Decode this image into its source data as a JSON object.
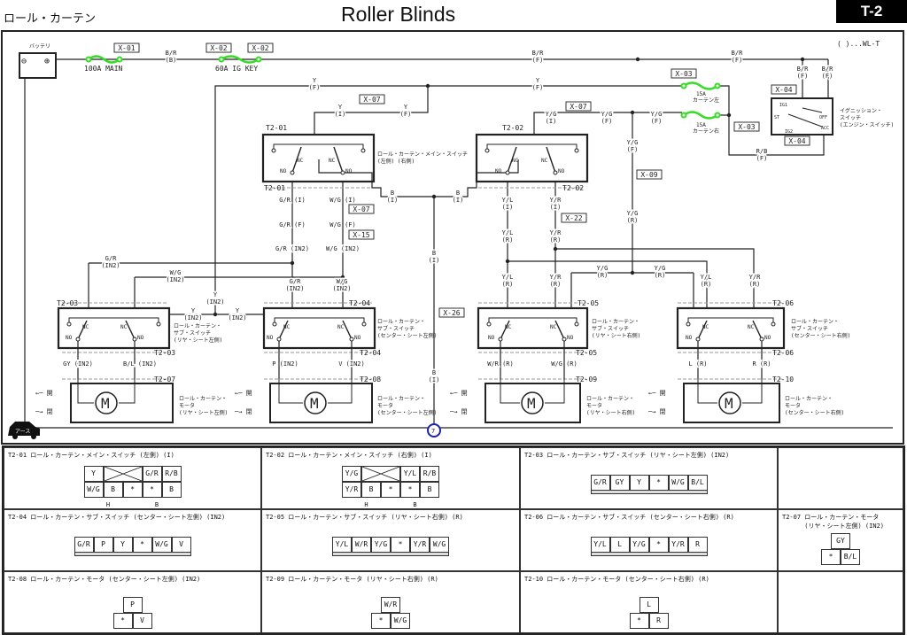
{
  "header": {
    "jp_title": "ロール・カーテン",
    "title": "Roller Blinds",
    "page_code": "T-2"
  },
  "legend_note": "( )...WL-T",
  "battery": {
    "label": "バッテリ",
    "minus": "⊖",
    "plus": "⊕"
  },
  "ground": {
    "label": "アース",
    "point": "7"
  },
  "fuses": [
    {
      "label": "100A MAIN"
    },
    {
      "label": "60A IG KEY"
    },
    {
      "amp": "15A",
      "name": "カーテン左"
    },
    {
      "amp": "15A",
      "name": "カーテン右"
    }
  ],
  "fuse_color": "#33dd22",
  "ground_point_color": "#1a22aa",
  "ignition": {
    "lines": [
      "イグニッション・",
      "スイッチ",
      "(エンジン・スイッチ)"
    ],
    "positions": [
      "IG1",
      "ST",
      "OFF",
      "IG2",
      "ACC"
    ]
  },
  "switch_terms": {
    "nc": "NC",
    "no": "NO"
  },
  "motor_symbol": "M",
  "motor_arrows": [
    "開",
    "閉"
  ],
  "wire_labels": [
    {
      "c": "B/R",
      "s": "(B)"
    },
    {
      "c": "B/R",
      "s": "(F)"
    },
    {
      "c": "B/R",
      "s": "(F)"
    },
    {
      "c": "B/R",
      "s": "(F)"
    },
    {
      "c": "B/R",
      "s": "(F)"
    },
    {
      "c": "Y",
      "s": "(F)"
    },
    {
      "c": "Y",
      "s": "(F)"
    },
    {
      "c": "Y",
      "s": "(I)"
    },
    {
      "c": "Y",
      "s": "(F)"
    },
    {
      "c": "Y/G",
      "s": "(I)"
    },
    {
      "c": "Y/G",
      "s": "(F)"
    },
    {
      "c": "Y/G",
      "s": "(F)"
    },
    {
      "c": "Y/G",
      "s": "(F)"
    },
    {
      "c": "R/B",
      "s": "(F)"
    },
    {
      "c": "G/R",
      "s": "(I)"
    },
    {
      "c": "W/G",
      "s": "(I)"
    },
    {
      "c": "G/R",
      "s": "(F)"
    },
    {
      "c": "W/G",
      "s": "(F)"
    },
    {
      "c": "G/R",
      "s": "(IN2)"
    },
    {
      "c": "W/G",
      "s": "(IN2)"
    },
    {
      "c": "B",
      "s": "(I)"
    },
    {
      "c": "B",
      "s": "(I)"
    },
    {
      "c": "Y/L",
      "s": "(I)"
    },
    {
      "c": "Y/R",
      "s": "(I)"
    },
    {
      "c": "Y/L",
      "s": "(R)"
    },
    {
      "c": "Y/R",
      "s": "(R)"
    },
    {
      "c": "Y/G",
      "s": "(R)"
    },
    {
      "c": "B",
      "s": "(I)"
    },
    {
      "c": "B",
      "s": "(I)"
    },
    {
      "c": "G/R",
      "s": "(IN2)"
    },
    {
      "c": "W/G",
      "s": "(IN2)"
    },
    {
      "c": "Y",
      "s": "(IN2)"
    },
    {
      "c": "G/R",
      "s": "(IN2)"
    },
    {
      "c": "W/G",
      "s": "(IN2)"
    },
    {
      "c": "Y",
      "s": "(IN2)"
    },
    {
      "c": "Y",
      "s": "(IN2)"
    },
    {
      "c": "GY",
      "s": "(IN2)"
    },
    {
      "c": "B/L",
      "s": "(IN2)"
    },
    {
      "c": "P",
      "s": "(IN2)"
    },
    {
      "c": "V",
      "s": "(IN2)"
    },
    {
      "c": "Y/G",
      "s": "(R)"
    },
    {
      "c": "Y/G",
      "s": "(R)"
    },
    {
      "c": "Y/L",
      "s": "(R)"
    },
    {
      "c": "Y/R",
      "s": "(R)"
    },
    {
      "c": "Y/L",
      "s": "(R)"
    },
    {
      "c": "Y/R",
      "s": "(R)"
    },
    {
      "c": "W/R",
      "s": "(R)"
    },
    {
      "c": "W/G",
      "s": "(R)"
    },
    {
      "c": "L",
      "s": "(R)"
    },
    {
      "c": "R",
      "s": "(R)"
    }
  ],
  "connector_tags": [
    "X-01",
    "X-02",
    "X-02",
    "X-07",
    "X-07",
    "X-07",
    "X-15",
    "X-09",
    "X-22",
    "X-26",
    "X-03",
    "X-03",
    "X-04",
    "X-04"
  ],
  "terminal_tags": [
    "T2-01",
    "T2-01",
    "T2-02",
    "T2-02",
    "T2-03",
    "T2-03",
    "T2-04",
    "T2-04",
    "T2-05",
    "T2-05",
    "T2-06",
    "T2-06",
    "T2-07",
    "T2-08",
    "T2-09",
    "T2-10"
  ],
  "component_labels": [
    {
      "lines": [
        "ロール・カーテン・メイン・スイッチ",
        "(左側)         (右側)"
      ]
    },
    {
      "lines": [
        "ロール・カーテン・",
        "サブ・スイッチ",
        "(リヤ・シート左側)"
      ]
    },
    {
      "lines": [
        "ロール・カーテン・",
        "サブ・スイッチ",
        "(センター・シート左側)"
      ]
    },
    {
      "lines": [
        "ロール・カーテン・",
        "サブ・スイッチ",
        "(リヤ・シート右側)"
      ]
    },
    {
      "lines": [
        "ロール・カーテン・",
        "サブ・スイッチ",
        "(センター・シート右側)"
      ]
    },
    {
      "lines": [
        "ロール・カーテン・",
        "モータ",
        "(リヤ・シート左側)"
      ]
    },
    {
      "lines": [
        "ロール・カーテン・",
        "モータ",
        "(センター・シート左側)"
      ]
    },
    {
      "lines": [
        "ロール・カーテン・",
        "モータ",
        "(リヤ・シート右側)"
      ]
    },
    {
      "lines": [
        "ロール・カーテン・",
        "モータ",
        "(センター・シート右側)"
      ]
    }
  ],
  "connector_views": [
    {
      "id": "T2-01",
      "title": "ロール・カーテン・メイン・スイッチ (左側) (I)",
      "type": "main",
      "top": [
        "Y",
        "X",
        "G/R",
        "R/B"
      ],
      "bottom": [
        "W/G",
        "B",
        "*",
        "*",
        "B"
      ],
      "under": [
        "H",
        "B"
      ]
    },
    {
      "id": "T2-02",
      "title": "ロール・カーテン・メイン・スイッチ (右側) (I)",
      "type": "main",
      "top": [
        "Y/G",
        "X",
        "Y/L",
        "R/B"
      ],
      "bottom": [
        "Y/R",
        "B",
        "*",
        "*",
        "B"
      ],
      "under": [
        "H",
        "B"
      ]
    },
    {
      "id": "T2-03",
      "title": "ロール・カーテン・サブ・スイッチ (リヤ・シート左側) (IN2)",
      "type": "sub",
      "pins": [
        "G/R",
        "GY",
        "Y",
        "*",
        "W/G",
        "B/L"
      ]
    },
    {
      "id": "T2-04",
      "title": "ロール・カーテン・サブ・スイッチ (センター・シート左側) (IN2)",
      "type": "sub",
      "pins": [
        "G/R",
        "P",
        "Y",
        "*",
        "W/G",
        "V"
      ]
    },
    {
      "id": "T2-05",
      "title": "ロール・カーテン・サブ・スイッチ (リヤ・シート右側) (R)",
      "type": "sub",
      "pins": [
        "Y/L",
        "W/R",
        "Y/G",
        "*",
        "Y/R",
        "W/G"
      ]
    },
    {
      "id": "T2-06",
      "title": "ロール・カーテン・サブ・スイッチ (センター・シート右側) (R)",
      "type": "sub",
      "pins": [
        "Y/L",
        "L",
        "Y/G",
        "*",
        "Y/R",
        "R"
      ]
    },
    {
      "id": "T2-07",
      "title": "ロール・カーテン・モータ\n      (リヤ・シート左側) (IN2)",
      "type": "motor",
      "top": "GY",
      "bottom": [
        "*",
        "B/L"
      ]
    },
    {
      "id": "T2-08",
      "title": "ロール・カーテン・モータ (センター・シート左側) (IN2)",
      "type": "motor",
      "top": "P",
      "bottom": [
        "*",
        "V"
      ]
    },
    {
      "id": "T2-09",
      "title": "ロール・カーテン・モータ (リヤ・シート右側) (R)",
      "type": "motor",
      "top": "W/R",
      "bottom": [
        "*",
        "W/G"
      ]
    },
    {
      "id": "T2-10",
      "title": "ロール・カーテン・モータ (センター・シート右側) (R)",
      "type": "motor",
      "top": "L",
      "bottom": [
        "*",
        "R"
      ]
    }
  ]
}
